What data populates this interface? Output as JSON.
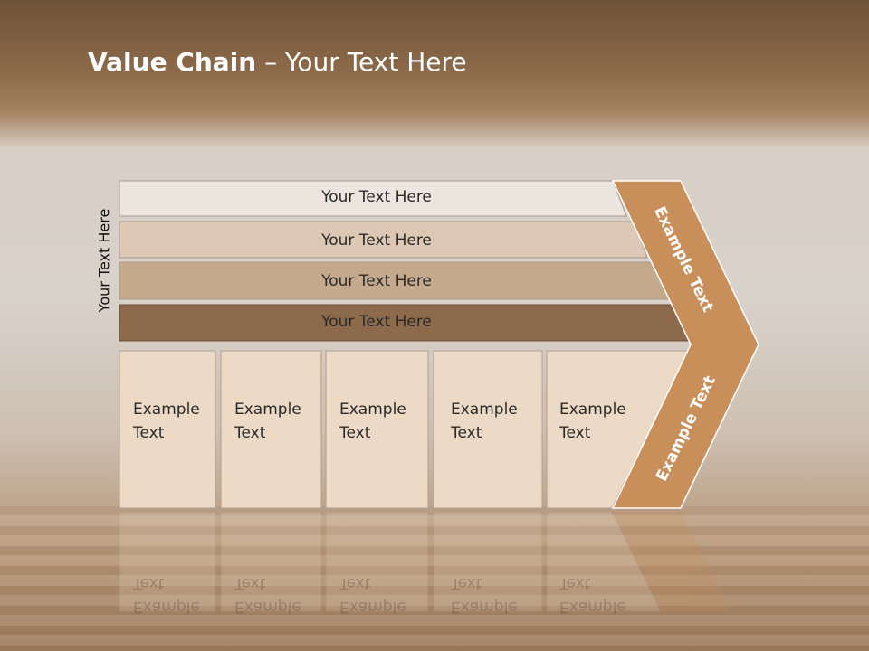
{
  "slide": {
    "title_bold": "Value Chain",
    "title_rest": " – Your Text Here",
    "side_label": "Your Text Here"
  },
  "bars": [
    {
      "label": "Your Text Here"
    },
    {
      "label": "Your Text Here"
    },
    {
      "label": "Your Text Here"
    },
    {
      "label": "Your Text Here"
    }
  ],
  "boxes": [
    {
      "line1": "Example",
      "line2": "Text"
    },
    {
      "line1": "Example",
      "line2": "Text"
    },
    {
      "line1": "Example",
      "line2": "Text"
    },
    {
      "line1": "Example",
      "line2": "Text"
    },
    {
      "line1": "Example",
      "line2": "Text"
    }
  ],
  "chevron": {
    "upper_label": "Example Text",
    "lower_label": "Example Text"
  },
  "colors": {
    "bar1": "#ede6df",
    "bar2": "#dcc8b5",
    "bar3": "#c4a98d",
    "bar4": "#8d6a4c",
    "box": "#ecd9c6",
    "chevron": "#c98f5b"
  }
}
